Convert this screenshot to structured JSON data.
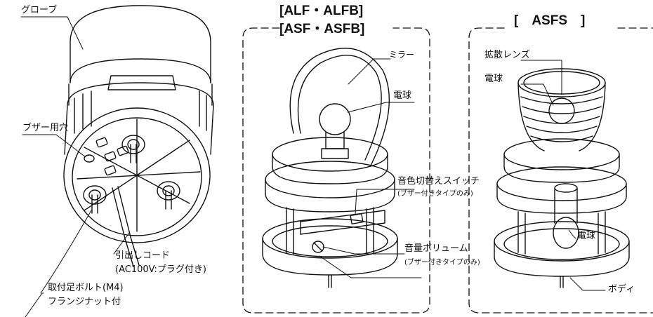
{
  "panel_headers": {
    "alf_line1": "[ALF・ALFB]",
    "alf_line2": "[ASF・ASFB]",
    "asfs": "[　ASFS　]"
  },
  "left_labels": {
    "globe": "グローブ",
    "buzzer_hole": "ブザー用穴",
    "cord_line1": "引出しコード",
    "cord_line2": "(AC100V:プラグ付き)",
    "bolt_line1": "取付足ボルト(M4)",
    "bolt_line2": "フランジナット付"
  },
  "middle_labels": {
    "mirror": "ミラー",
    "bulb": "電球",
    "tone_switch": "音色切替えスイッチ",
    "tone_switch_note": "(ブザー付きタイプのみ)",
    "volume": "音量ボリューム",
    "volume_note": "(ブザー付きタイプのみ)"
  },
  "right_labels": {
    "diffuser": "拡散レンズ",
    "bulb_upper": "電球",
    "bulb_lower": "電球",
    "body": "ボディ"
  },
  "colors": {
    "line": "#111111",
    "background": "#ffffff"
  }
}
